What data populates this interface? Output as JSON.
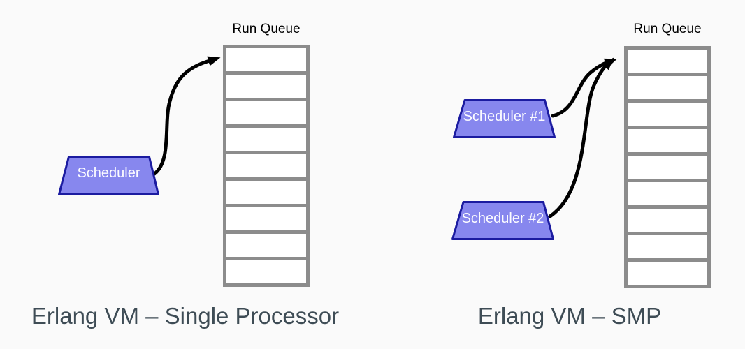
{
  "background": "#fafafa",
  "colors": {
    "queue_border": "#8c8c8c",
    "queue_slot_fill": "#ffffff",
    "scheduler_fill": "#8787ee",
    "scheduler_border": "#1b1ba0",
    "scheduler_text": "#fbfbff",
    "arrow": "#000000",
    "run_queue_label_color": "#000000",
    "caption_color": "#3e4c55"
  },
  "panels": [
    {
      "caption": "Erlang VM – Single Processor",
      "run_queue_label": "Run Queue",
      "queue_slots": 9,
      "schedulers": [
        {
          "label": "Scheduler"
        }
      ]
    },
    {
      "caption": "Erlang VM – SMP",
      "run_queue_label": "Run Queue",
      "queue_slots": 9,
      "schedulers": [
        {
          "label": "Scheduler #1"
        },
        {
          "label": "Scheduler #2"
        }
      ]
    }
  ]
}
